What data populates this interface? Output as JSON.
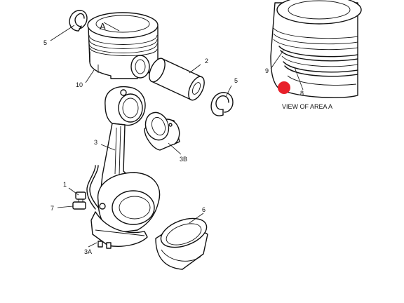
{
  "labels": {
    "area_marker": "A",
    "snap_ring_top": "5",
    "snap_ring_right": "5",
    "piston_pin": "2",
    "piston": "10",
    "connecting_rod": "3",
    "rod_bushing": "3B",
    "bolt_3a": "3A",
    "bearing": "6",
    "part_1": "1",
    "part_7": "7",
    "ring_9": "9",
    "ring_8": "8",
    "view_caption": "VIEW OF AREA A"
  },
  "colors": {
    "line": "#111111",
    "background": "#ffffff",
    "marker": "#e8202a"
  },
  "marker_icon": "red-dot-icon"
}
